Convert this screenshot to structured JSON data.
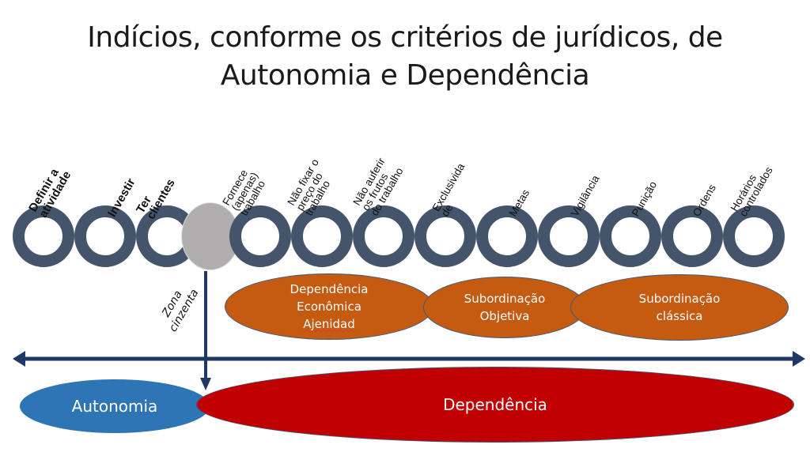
{
  "title": {
    "line1": "Indícios, conforme os critérios de jurídicos, de",
    "line2": "Autonomia e Dependência"
  },
  "indicators": [
    {
      "label": "Definir a\natividade",
      "bold": true
    },
    {
      "label": "Investir",
      "bold": true
    },
    {
      "label": "Ter\nclientes",
      "bold": true
    },
    {
      "label": "Fornece\n(apenas)\ntrabalho",
      "bold": false
    },
    {
      "label": "Não fixar o\npreço do\ntrabalho",
      "bold": false
    },
    {
      "label": "Não auferir\nos frutos\ndo trabalho",
      "bold": false
    },
    {
      "label": "Exclusivida\nde",
      "bold": false
    },
    {
      "label": "Metas",
      "bold": false
    },
    {
      "label": "Vigilância",
      "bold": false
    },
    {
      "label": "Punição",
      "bold": false
    },
    {
      "label": "Ordens",
      "bold": false
    },
    {
      "label": "Horários\ncontrolados",
      "bold": false
    }
  ],
  "grey_zone_label": "Zona\ncinzenta",
  "criteria_groups": [
    {
      "line1": "Dependência",
      "line2": "Econômica",
      "line3": "Ajenidad"
    },
    {
      "line1": "Subordinação",
      "line2": "Objetiva"
    },
    {
      "line1": "Subordinação",
      "line2": "clássica"
    }
  ],
  "spectrum": {
    "left": "Autonomia",
    "right": "Dependência"
  },
  "colors": {
    "ring": "#44546a",
    "grey_zone": "#b0aeae",
    "criteria_fill": "#c55a11",
    "arrow": "#1f3864",
    "autonomia": "#2e75b6",
    "dependencia": "#c00000"
  }
}
